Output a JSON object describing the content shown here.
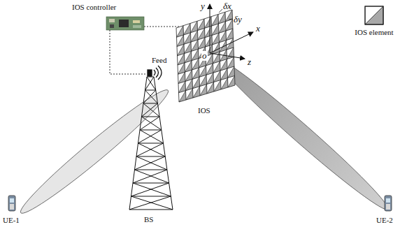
{
  "diagram": {
    "labels": [
      "IOS controller",
      "Feed",
      "IOS",
      "BS",
      "UE-1",
      "UE-2",
      "y",
      "x",
      "z",
      "o",
      "δx",
      "δy"
    ],
    "legend": [
      {
        "text": "IOS element"
      }
    ]
  }
}
